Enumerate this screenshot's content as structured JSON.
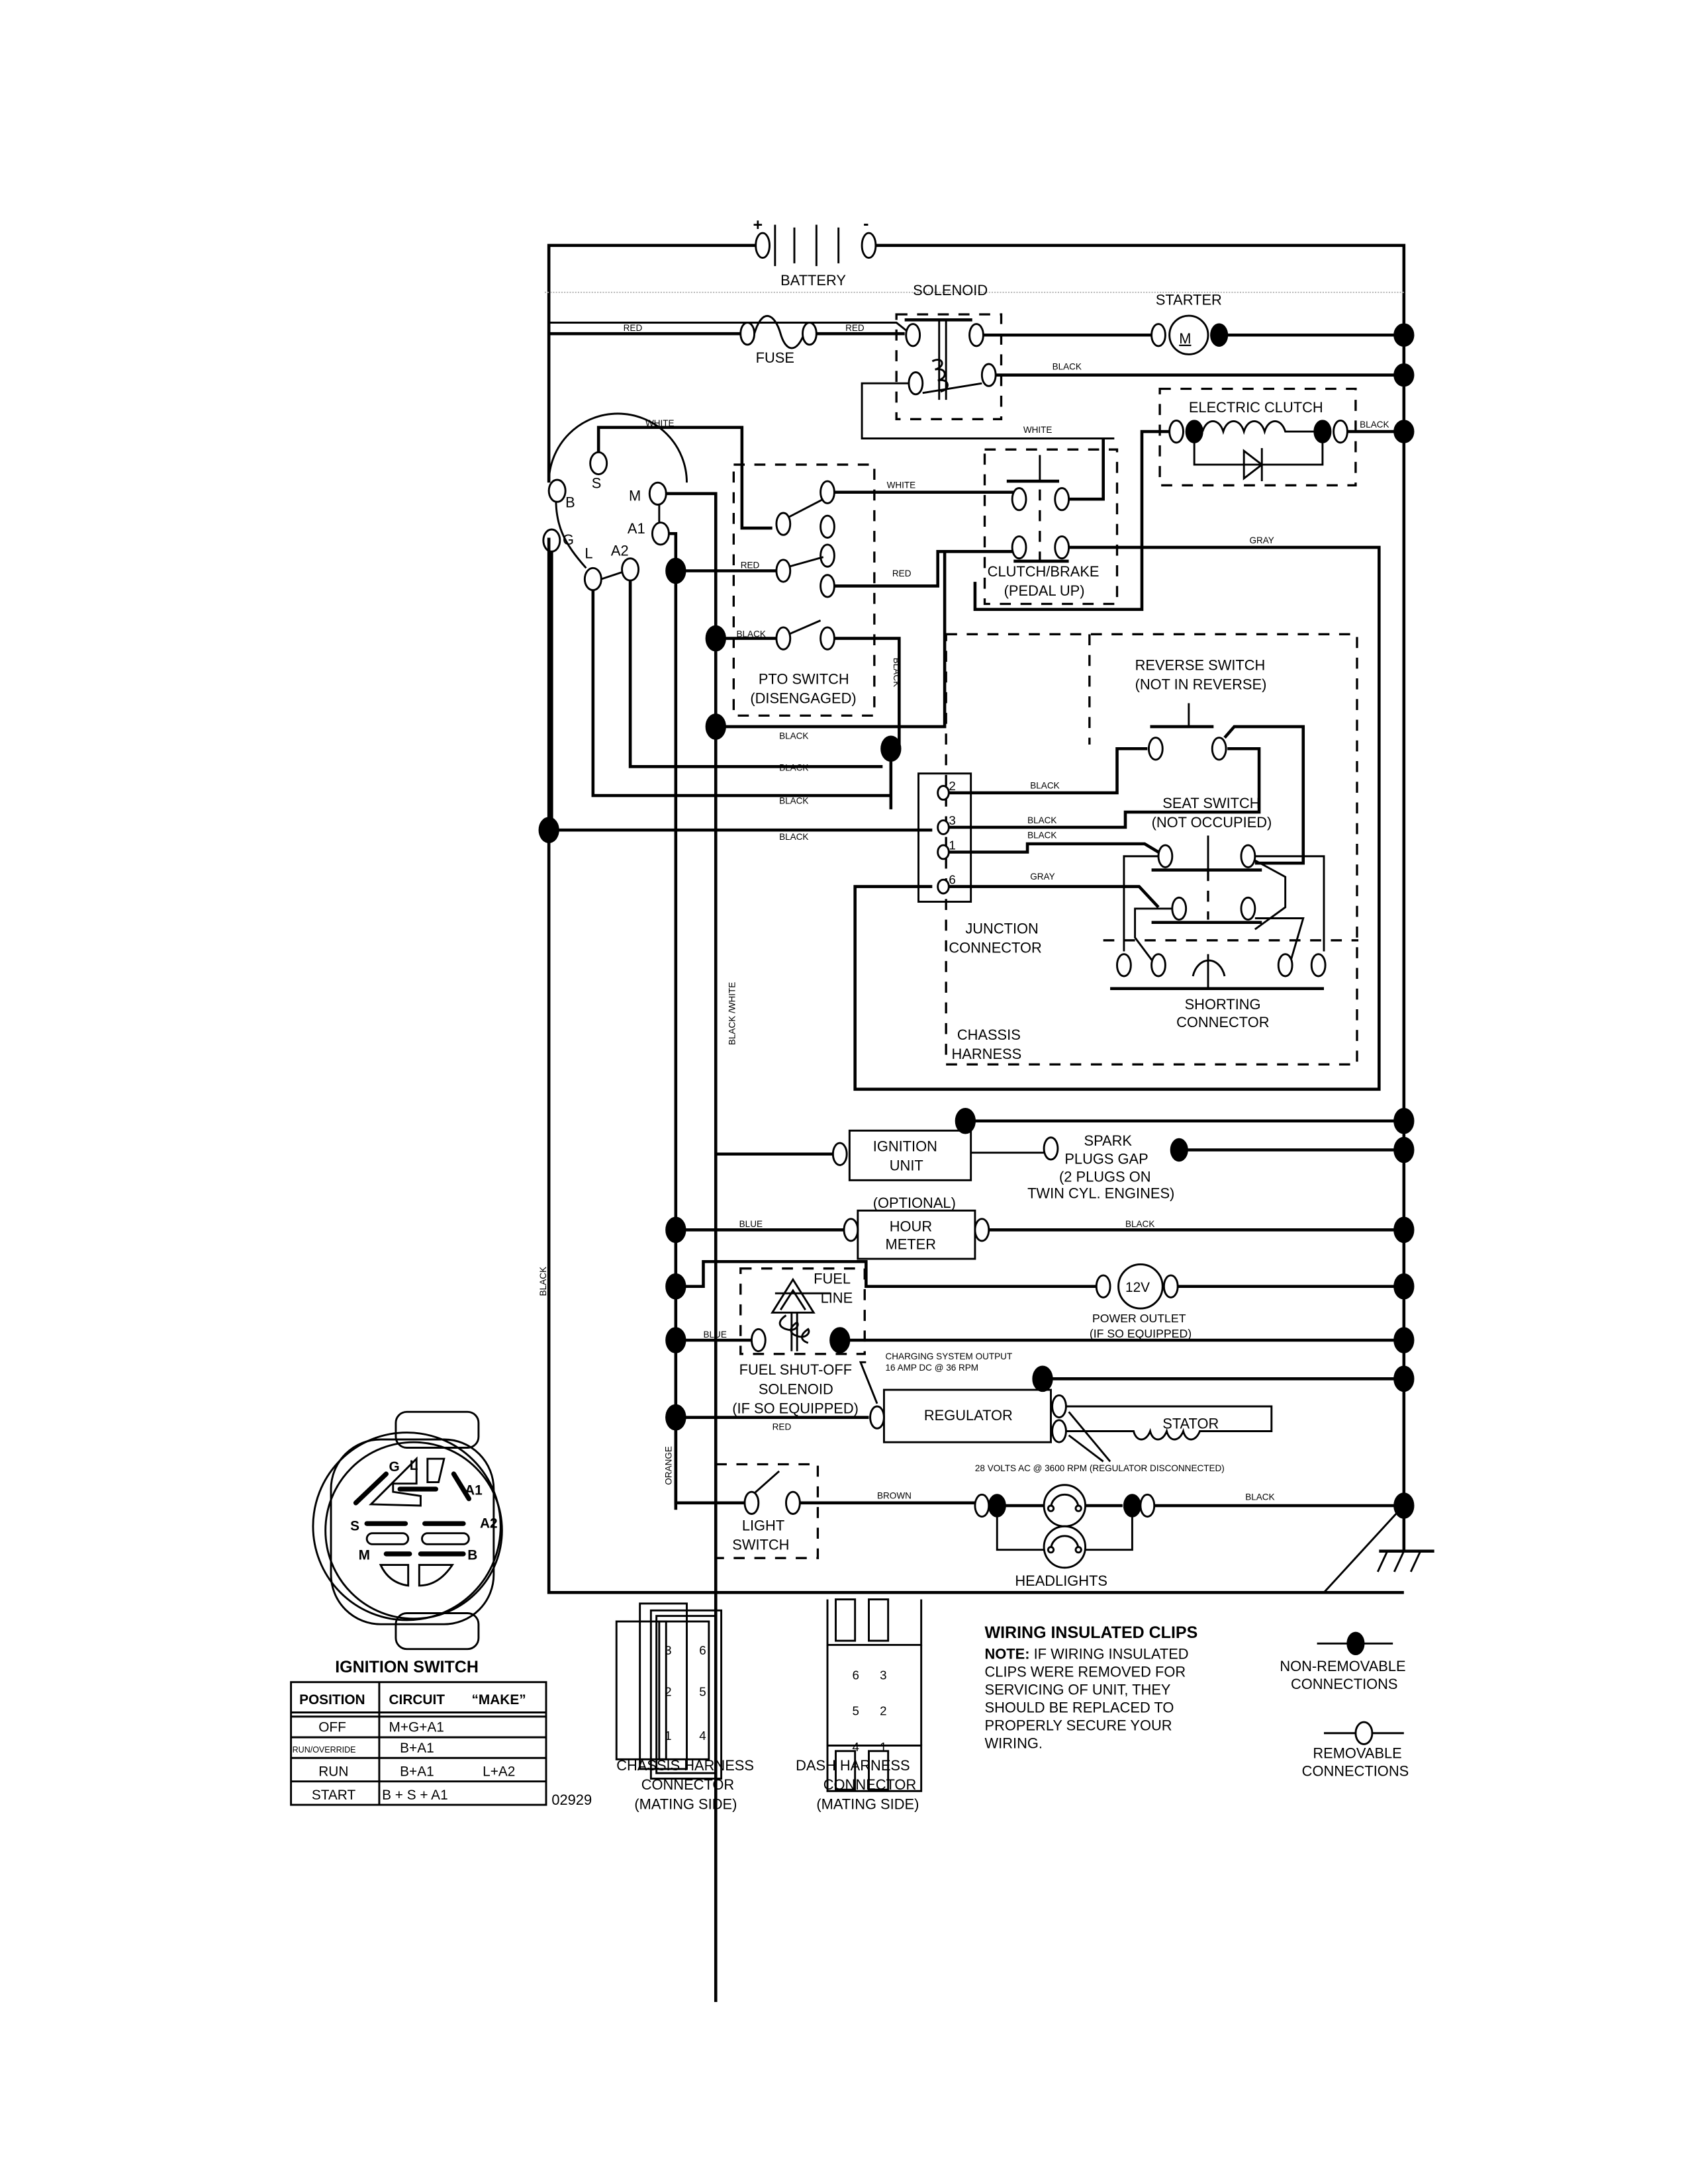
{
  "battery": {
    "label": "BATTERY",
    "plus": "+",
    "minus": "-"
  },
  "solenoid": {
    "label": "SOLENOID"
  },
  "starter": {
    "label": "STARTER",
    "symbol": "M"
  },
  "fuse": {
    "label": "FUSE"
  },
  "electric_clutch": {
    "label": "ELECTRIC CLUTCH"
  },
  "clutch_brake": {
    "line1": "CLUTCH/BRAKE",
    "line2": "(PEDAL UP)"
  },
  "pto_switch": {
    "line1": "PTO SWITCH",
    "line2": "(DISENGAGED)"
  },
  "reverse_switch": {
    "line1": "REVERSE SWITCH",
    "line2": "(NOT IN REVERSE)"
  },
  "seat_switch": {
    "line1": "SEAT SWITCH",
    "line2": "(NOT OCCUPIED)"
  },
  "junction_connector": {
    "line1": "JUNCTION",
    "line2": "CONNECTOR",
    "pins": [
      "2",
      "3",
      "1",
      "6"
    ]
  },
  "shorting_connector": {
    "line1": "SHORTING",
    "line2": "CONNECTOR"
  },
  "chassis_harness": {
    "line1": "CHASSIS",
    "line2": "HARNESS"
  },
  "ignition_terminals": {
    "B": "B",
    "S": "S",
    "M": "M",
    "A1": "A1",
    "G": "G",
    "L": "L",
    "A2": "A2"
  },
  "ignition_unit": {
    "line1": "IGNITION",
    "line2": "UNIT"
  },
  "spark_plugs": {
    "line1": "SPARK",
    "line2": "PLUGS GAP",
    "line3": "(2 PLUGS ON",
    "line4": "TWIN CYL. ENGINES)"
  },
  "hour_meter": {
    "optional": "(OPTIONAL)",
    "line1": "HOUR",
    "line2": "METER"
  },
  "fuel_line": {
    "line1": "FUEL",
    "line2": "LINE"
  },
  "power_outlet": {
    "symbol": "12V",
    "line1": "POWER OUTLET",
    "line2": "(IF SO EQUIPPED)"
  },
  "charging": {
    "line1": "CHARGING SYSTEM OUTPUT",
    "line2": "16 AMP DC @ 36 RPM"
  },
  "fuel_shutoff": {
    "line1": "FUEL SHUT-OFF",
    "line2": "SOLENOID",
    "line3": "(IF SO EQUIPPED)"
  },
  "regulator": {
    "label": "REGULATOR"
  },
  "stator": {
    "label": "STATOR",
    "note": "28 VOLTS AC @ 3600 RPM (REGULATOR DISCONNECTED)"
  },
  "light_switch": {
    "line1": "LIGHT",
    "line2": "SWITCH"
  },
  "headlights": {
    "label": "HEADLIGHTS"
  },
  "wires": {
    "red1": "RED",
    "red2": "RED",
    "red3": "RED",
    "red4": "RED",
    "red5": "RED",
    "white1": "WHITE",
    "white2": "WHITE",
    "white3": "WHITE",
    "black_solenoid": "BLACK",
    "black_clutch": "BLACK",
    "gray1": "GRAY",
    "gray2": "GRAY",
    "black_pto": "BLACK",
    "black_pto_v": "BLACK",
    "black_a": "BLACK",
    "black_b": "BLACK",
    "black_c": "BLACK",
    "black_d": "BLACK",
    "black_j2": "BLACK",
    "black_j3": "BLACK",
    "black_j1": "BLACK",
    "black_white": "BLACK /WHITE",
    "black_left": "BLACK",
    "blue1": "BLUE",
    "blue2": "BLUE",
    "black_hour": "BLACK",
    "orange": "ORANGE",
    "brown": "BROWN",
    "black_head": "BLACK"
  },
  "ignition_switch": {
    "title": "IGNITION SWITCH",
    "face_labels": {
      "G": "G",
      "L": "L",
      "A1": "A1",
      "A2": "A2",
      "S": "S",
      "M": "M",
      "B": "B"
    },
    "table": {
      "headers": [
        "POSITION",
        "CIRCUIT",
        "“MAKE”"
      ],
      "rows": [
        {
          "position": "OFF",
          "circuit": "M+G+A1",
          "make": ""
        },
        {
          "position": "RUN/OVERRIDE",
          "circuit": "B+A1",
          "make": ""
        },
        {
          "position": "RUN",
          "circuit": "B+A1",
          "make": "L+A2"
        },
        {
          "position": "START",
          "circuit": "B + S + A1",
          "make": ""
        }
      ]
    },
    "part_number": "02929"
  },
  "chassis_connector": {
    "line1": "CHASSIS HARNESS",
    "line2": "CONNECTOR",
    "line3": "(MATING SIDE)",
    "pins": [
      "3",
      "6",
      "2",
      "5",
      "1",
      "4"
    ]
  },
  "dash_connector": {
    "line1": "DASH HARNESS",
    "line2": "CONNECTOR",
    "line3": "(MATING SIDE)",
    "pins": [
      "6",
      "3",
      "5",
      "2",
      "4",
      "1"
    ]
  },
  "note": {
    "title": "WIRING INSULATED CLIPS",
    "lead": "NOTE:",
    "lines": [
      " IF WIRING INSULATED",
      "CLIPS WERE REMOVED FOR",
      "SERVICING OF UNIT, THEY",
      "SHOULD BE REPLACED TO",
      "PROPERLY SECURE YOUR",
      " WIRING."
    ]
  },
  "legend": {
    "non_removable": {
      "line1": "NON-REMOVABLE",
      "line2": "CONNECTIONS"
    },
    "removable": {
      "line1": "REMOVABLE",
      "line2": "CONNECTIONS"
    }
  },
  "colors": {
    "ink": "#000000",
    "paper": "#ffffff"
  }
}
